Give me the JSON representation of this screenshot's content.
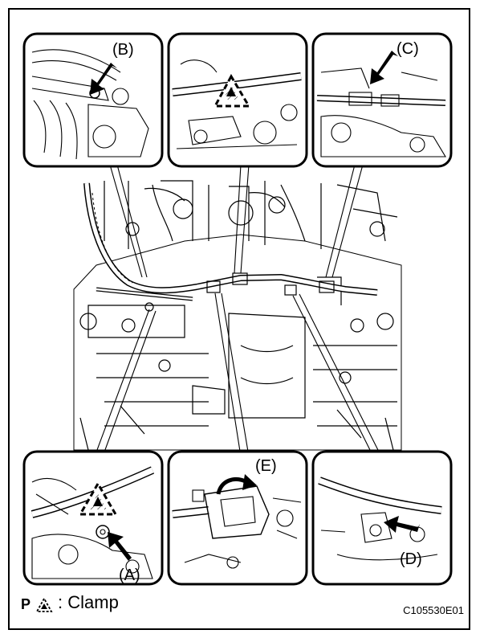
{
  "figure": {
    "panel_labels": [
      "(A)",
      "(B)",
      "(C)",
      "(D)",
      "(E)"
    ],
    "legend_prefix": "P",
    "legend_icon": "clamp-triangle-icon",
    "legend_text": ": Clamp",
    "figure_code": "C105530E01"
  }
}
